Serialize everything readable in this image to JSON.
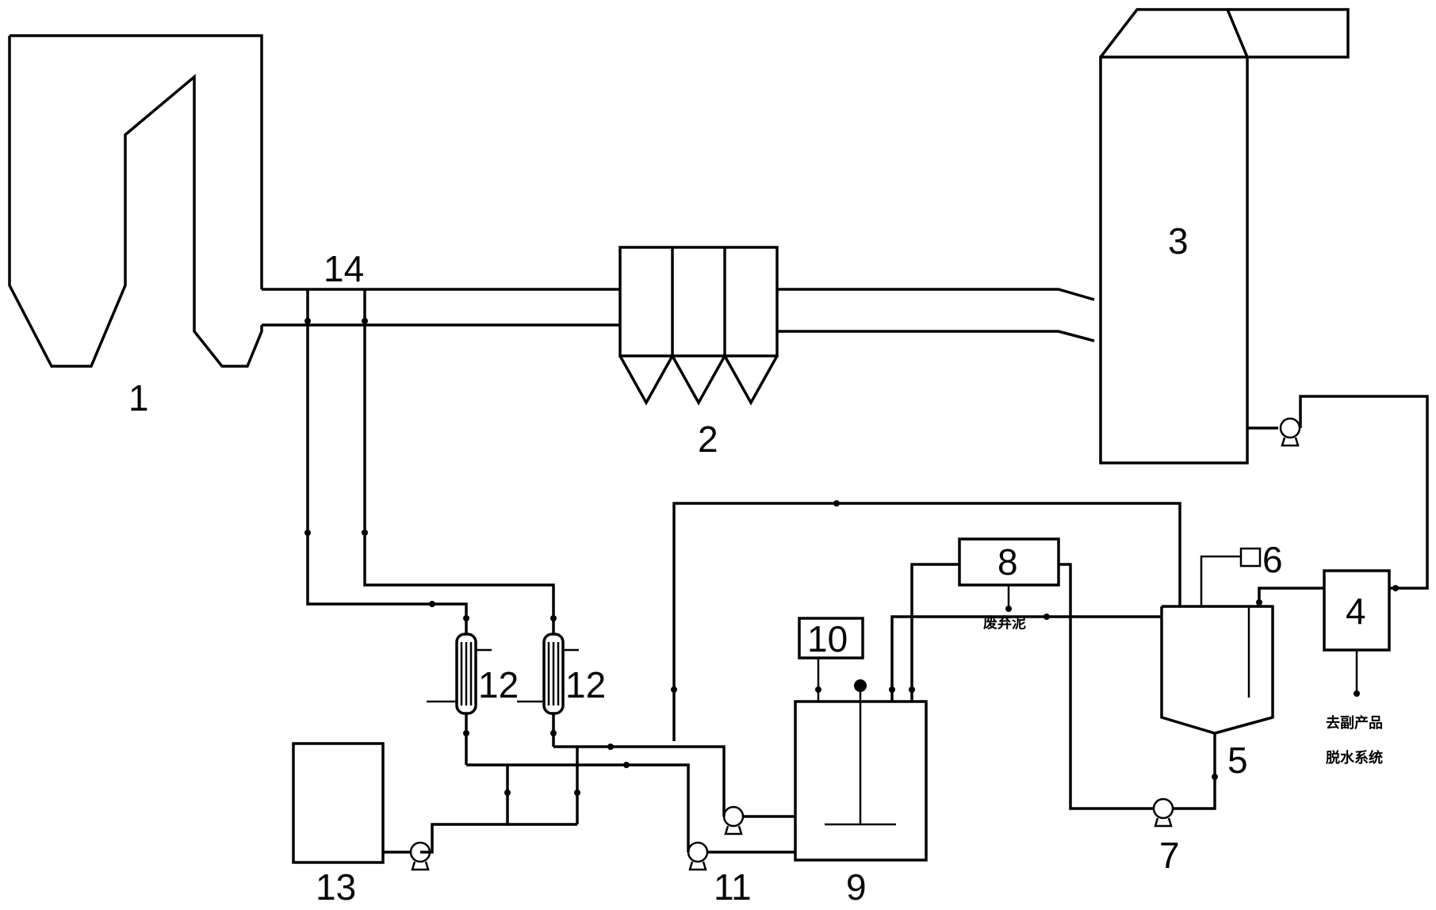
{
  "labels": {
    "boiler": "1",
    "precipitator": "2",
    "absorber": "3",
    "unit4": "4",
    "settling_tank": "5",
    "unit6": "6",
    "pump7": "7",
    "unit8": "8",
    "mixing_tank": "9",
    "unit10": "10",
    "pump11": "11",
    "exchanger_a": "12",
    "exchanger_b": "12",
    "tank13": "13",
    "flue_point": "14"
  },
  "notes": {
    "sludge": "废弃泥",
    "byproduct_line1": "去副产品",
    "byproduct_line2": "脱水系统"
  }
}
